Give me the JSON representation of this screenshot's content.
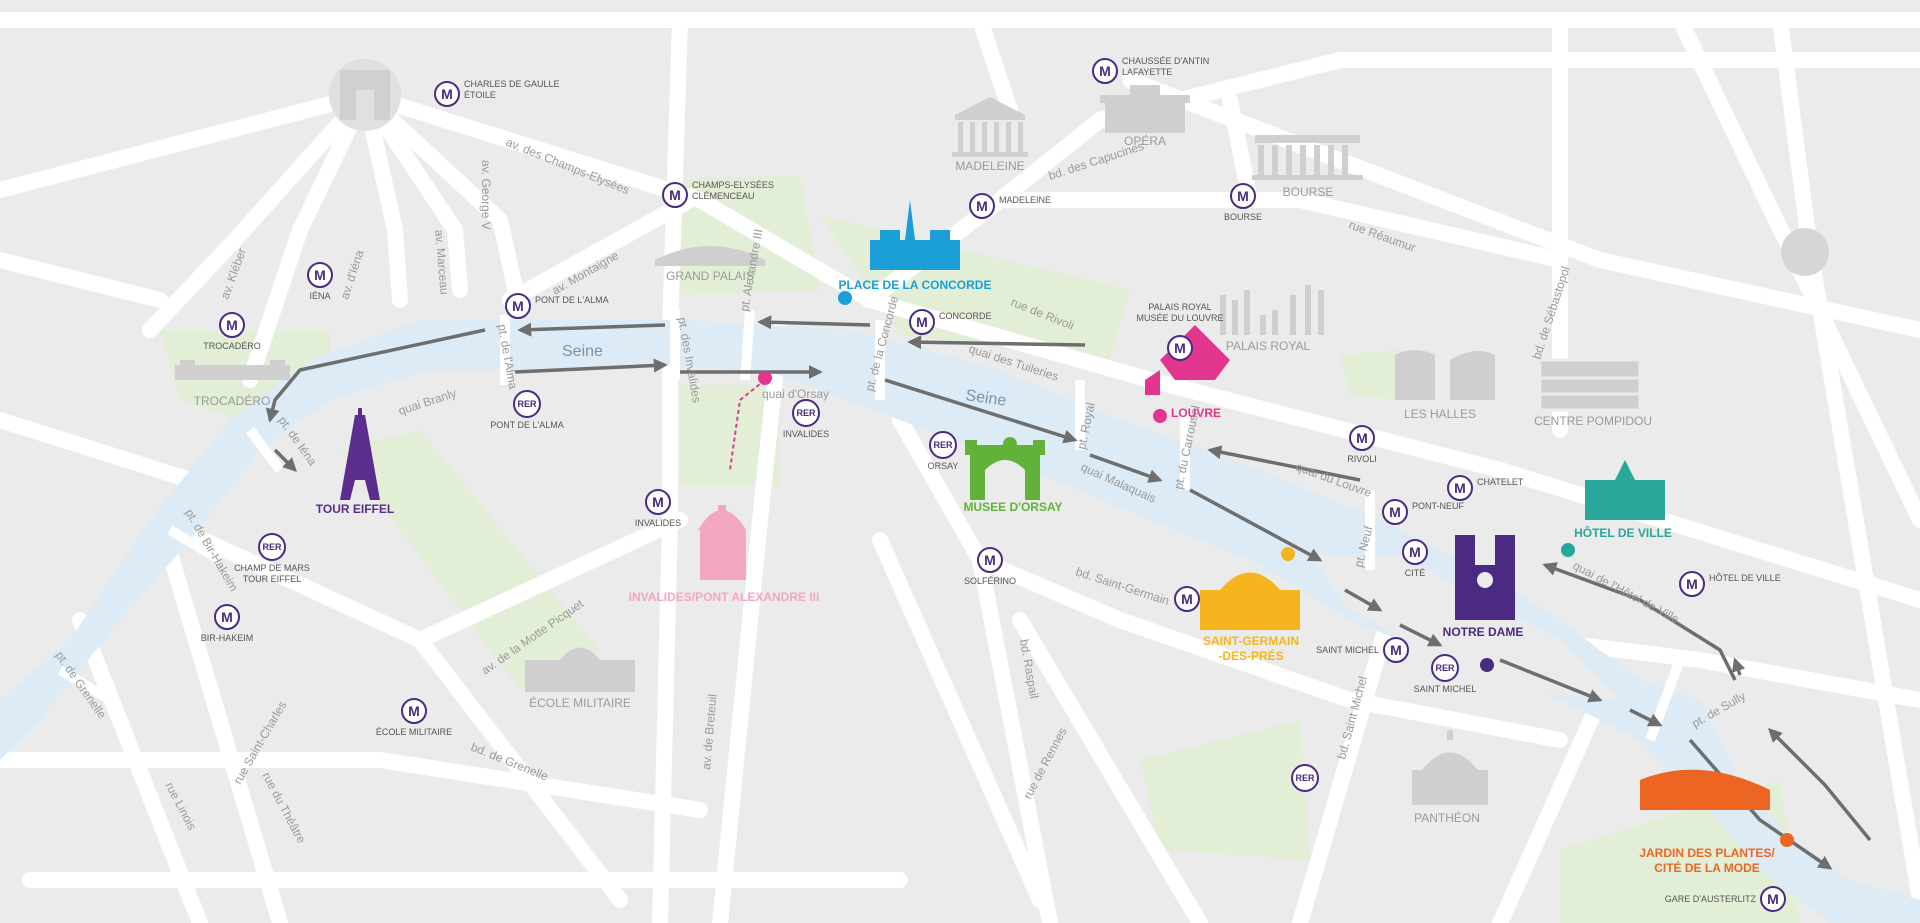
{
  "colors": {
    "water": "#dcebf5",
    "road": "#ffffff",
    "park": "#e2efd6",
    "metro": "#4a2a83",
    "eiffel": "#5b2d8c",
    "concorde": "#1a9fd6",
    "louvre": "#e2368e",
    "orsay": "#62b23a",
    "invalides": "#f2a6c2",
    "stgermain": "#f5b51e",
    "notredame": "#4a2a83",
    "hotelville": "#2aa79a",
    "jardin": "#ec6523",
    "landmark_gray": "#cfcfcf"
  },
  "river": {
    "name_west": "Seine",
    "name_east": "Seine"
  },
  "streets": [
    {
      "id": "champs",
      "text": "av. des Champs-Elysées"
    },
    {
      "id": "george",
      "text": "av. George V"
    },
    {
      "id": "marceau",
      "text": "av. Marceau"
    },
    {
      "id": "iena",
      "text": "av. d'Iéna"
    },
    {
      "id": "kleber",
      "text": "av. Kléber"
    },
    {
      "id": "montaigne",
      "text": "av. Montaigne"
    },
    {
      "id": "capucines",
      "text": "bd. des Capucines"
    },
    {
      "id": "reaumur",
      "text": "rue Réaumur"
    },
    {
      "id": "sebastopol",
      "text": "bd. de Sébastopol"
    },
    {
      "id": "rivoli",
      "text": "rue de Rivoli"
    },
    {
      "id": "tuileries",
      "text": "quai des Tuileries"
    },
    {
      "id": "louvre_q",
      "text": "quai du Louvre"
    },
    {
      "id": "hotelville_q",
      "text": "quai de l'Hôtel de Ville"
    },
    {
      "id": "orsay_q",
      "text": "quai d'Orsay"
    },
    {
      "id": "branly",
      "text": "quai Branly"
    },
    {
      "id": "malaquais",
      "text": "quai Malaquais"
    },
    {
      "id": "alma_pt",
      "text": "pt. de l'Alma"
    },
    {
      "id": "invalides_pt",
      "text": "pt. des Invalides"
    },
    {
      "id": "alex_pt",
      "text": "pt. Alexandre III"
    },
    {
      "id": "concorde_pt",
      "text": "pt. de la Concorde"
    },
    {
      "id": "royal_pt",
      "text": "pt. Royal"
    },
    {
      "id": "carrousel_pt",
      "text": "pt. du Carrousel"
    },
    {
      "id": "neuf_pt",
      "text": "pt. Neuf"
    },
    {
      "id": "sully_pt",
      "text": "pt. de Sully"
    },
    {
      "id": "iena_pt",
      "text": "pt. de Iéna"
    },
    {
      "id": "birhakeim_pt",
      "text": "pt. de Bir-Hakeim"
    },
    {
      "id": "grenelle_pt",
      "text": "pt. de Grenelle"
    },
    {
      "id": "mottepicquet",
      "text": "av. de la Motte Picquet"
    },
    {
      "id": "grenelle_bd",
      "text": "bd. de Grenelle"
    },
    {
      "id": "breteuil",
      "text": "av. de Breteuil"
    },
    {
      "id": "stgermain_bd",
      "text": "bd. Saint-Germain"
    },
    {
      "id": "raspail",
      "text": "bd. Raspail"
    },
    {
      "id": "rennes",
      "text": "rue de Rennes"
    },
    {
      "id": "stmichel_bd",
      "text": "bd. Saint Michel"
    },
    {
      "id": "stcharles",
      "text": "rue Saint-Charles"
    },
    {
      "id": "theatre",
      "text": "rue du Théâtre"
    },
    {
      "id": "linois",
      "text": "rue Linois"
    }
  ],
  "gray_landmarks": [
    {
      "id": "madeleine",
      "text": "MADELEINE"
    },
    {
      "id": "opera",
      "text": "OPÉRA"
    },
    {
      "id": "bourse",
      "text": "BOURSE"
    },
    {
      "id": "grandpalais",
      "text": "GRAND PALAIS"
    },
    {
      "id": "palaisroyal",
      "text": "PALAIS ROYAL"
    },
    {
      "id": "leshalles",
      "text": "LES HALLES"
    },
    {
      "id": "pompidou",
      "text": "CENTRE POMPIDOU"
    },
    {
      "id": "trocadero",
      "text": "TROCADÉRO"
    },
    {
      "id": "ecole",
      "text": "ÉCOLE MILITAIRE"
    },
    {
      "id": "pantheon",
      "text": "PANTHÉON"
    }
  ],
  "stations": [
    {
      "id": "cdg",
      "type": "M",
      "lines": [
        "CHARLES DE GAULLE",
        "ÉTOILE"
      ]
    },
    {
      "id": "chaussee",
      "type": "M",
      "lines": [
        "CHAUSSÉE D'ANTIN",
        "LAFAYETTE"
      ]
    },
    {
      "id": "champselysees",
      "type": "M",
      "lines": [
        "CHAMPS-ELYSÉES",
        "CLÉMENCEAU"
      ]
    },
    {
      "id": "madeleine",
      "type": "M",
      "lines": [
        "MADELEINE"
      ]
    },
    {
      "id": "bourse",
      "type": "M",
      "lines": [
        "BOURSE"
      ]
    },
    {
      "id": "iena",
      "type": "M",
      "lines": [
        "IÉNA"
      ]
    },
    {
      "id": "trocadero",
      "type": "M",
      "lines": [
        "TROCADÉRO"
      ]
    },
    {
      "id": "pontalma",
      "type": "M",
      "lines": [
        "PONT DE L'ALMA"
      ]
    },
    {
      "id": "concorde",
      "type": "M",
      "lines": [
        "CONCORDE"
      ]
    },
    {
      "id": "palaisroyal",
      "type": "M",
      "lines": [
        "PALAIS ROYAL",
        "MUSÉE DU LOUVRE"
      ]
    },
    {
      "id": "rer_alma",
      "type": "RER",
      "lines": [
        "PONT DE L'ALMA"
      ]
    },
    {
      "id": "rer_invalides",
      "type": "RER",
      "lines": [
        "INVALIDES"
      ]
    },
    {
      "id": "rer_orsay",
      "type": "RER",
      "lines": [
        "ORSAY"
      ]
    },
    {
      "id": "rivoli",
      "type": "M",
      "lines": [
        "RIVOLI"
      ]
    },
    {
      "id": "chatelet",
      "type": "M",
      "lines": [
        "CHATELET"
      ]
    },
    {
      "id": "pontneuf",
      "type": "M",
      "lines": [
        "PONT-NEUF"
      ]
    },
    {
      "id": "invalides_m",
      "type": "M",
      "lines": [
        "INVALIDES"
      ]
    },
    {
      "id": "rer_champmars",
      "type": "RER",
      "lines": [
        "CHAMP DE MARS",
        "TOUR EIFFEL"
      ]
    },
    {
      "id": "birhakeim",
      "type": "M",
      "lines": [
        "BIR-HAKEIM"
      ]
    },
    {
      "id": "solferino",
      "type": "M",
      "lines": [
        "SOLFÉRINO"
      ]
    },
    {
      "id": "cite",
      "type": "M",
      "lines": [
        "CITÉ"
      ]
    },
    {
      "id": "hotelville_m",
      "type": "M",
      "lines": [
        "HÔTEL DE VILLE"
      ]
    },
    {
      "id": "stgermain_m",
      "type": "M",
      "lines": []
    },
    {
      "id": "stmichel_m",
      "type": "M",
      "lines": [
        "SAINT MICHEL"
      ]
    },
    {
      "id": "rer_stmichel",
      "type": "RER",
      "lines": [
        "SAINT MICHEL"
      ]
    },
    {
      "id": "ecolemil_m",
      "type": "M",
      "lines": [
        "ÉCOLE MILITAIRE"
      ]
    },
    {
      "id": "rer_luxembourg",
      "type": "RER",
      "lines": []
    },
    {
      "id": "austerlitz",
      "type": "M",
      "lines": [
        "GARE D'AUSTERLITZ"
      ]
    }
  ],
  "stops": [
    {
      "id": "eiffel",
      "lines": [
        "TOUR EIFFEL"
      ],
      "color": "#5b2d8c"
    },
    {
      "id": "concorde",
      "lines": [
        "PLACE DE LA CONCORDE"
      ],
      "color": "#1a9fd6"
    },
    {
      "id": "louvre",
      "lines": [
        "LOUVRE"
      ],
      "color": "#e2368e"
    },
    {
      "id": "orsay",
      "lines": [
        "MUSEE D'ORSAY"
      ],
      "color": "#62b23a"
    },
    {
      "id": "invalides",
      "lines": [
        "INVALIDES/PONT ALEXANDRE III"
      ],
      "color": "#f2a6c2"
    },
    {
      "id": "stgermain",
      "lines": [
        "SAINT-GERMAIN",
        "-DES-PRÉS"
      ],
      "color": "#f5b51e"
    },
    {
      "id": "notredame",
      "lines": [
        "NOTRE DAME"
      ],
      "color": "#4a2a83"
    },
    {
      "id": "hotelville",
      "lines": [
        "HÔTEL DE VILLE"
      ],
      "color": "#2aa79a"
    },
    {
      "id": "jardin",
      "lines": [
        "JARDIN DES PLANTES/",
        "CITÉ DE LA MODE"
      ],
      "color": "#ec6523"
    }
  ]
}
